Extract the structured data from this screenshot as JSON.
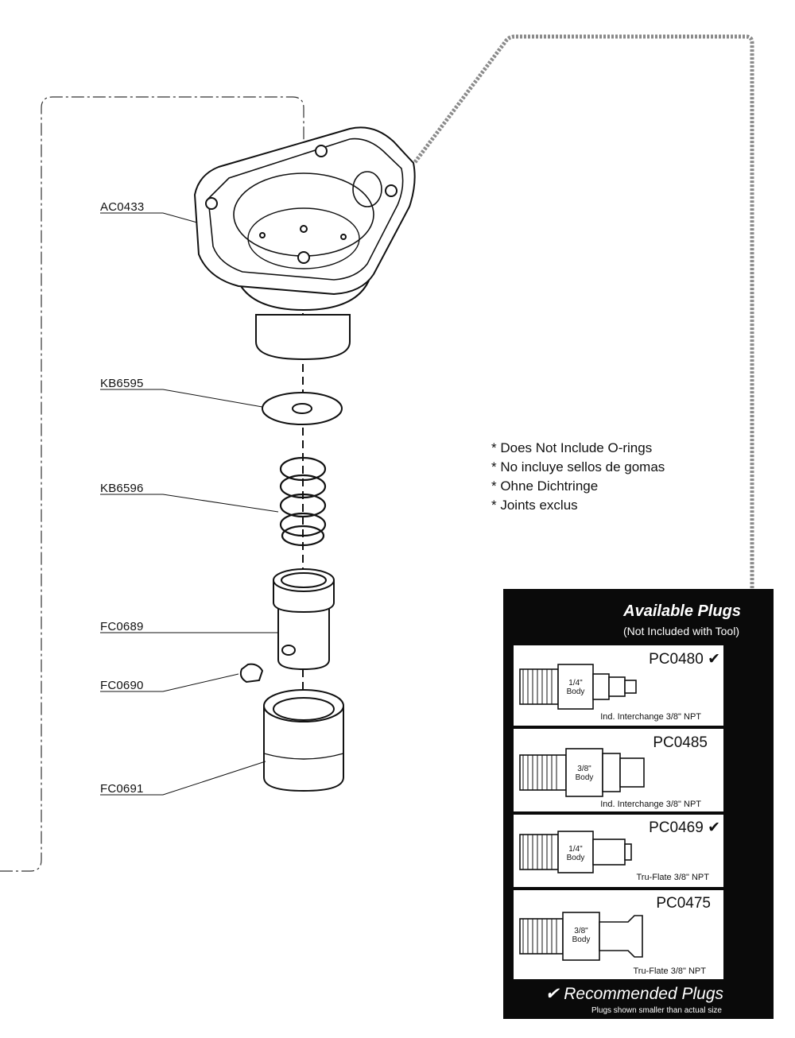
{
  "parts": [
    {
      "id": "AC0433",
      "label": "AC0433"
    },
    {
      "id": "KB6595",
      "label": "KB6595"
    },
    {
      "id": "KB6596",
      "label": "KB6596"
    },
    {
      "id": "FC0689",
      "label": "FC0689"
    },
    {
      "id": "FC0690",
      "label": "FC0690"
    },
    {
      "id": "FC0691",
      "label": "FC0691"
    }
  ],
  "notes": [
    "* Does Not Include O-rings",
    "* No incluye sellos de gomas",
    "* Ohne Dichtringe",
    "* Joints exclus"
  ],
  "plugs_panel": {
    "title": "Available Plugs",
    "subtitle": "(Not Included with Tool)",
    "plugs": [
      {
        "code": "PC0480",
        "recommended": true,
        "check": "✔",
        "body": "1/4\" Body",
        "body_top": "1/4\"",
        "body_bottom": "Body",
        "type": "Ind. Interchange 3/8\" NPT"
      },
      {
        "code": "PC0485",
        "recommended": false,
        "check": "",
        "body": "3/8\" Body",
        "body_top": "3/8\"",
        "body_bottom": "Body",
        "type": "Ind. Interchange 3/8\" NPT"
      },
      {
        "code": "PC0469",
        "recommended": true,
        "check": "✔",
        "body": "1/4\" Body",
        "body_top": "1/4\"",
        "body_bottom": "Body",
        "type": "Tru-Flate 3/8\" NPT"
      },
      {
        "code": "PC0475",
        "recommended": false,
        "check": "",
        "body": "3/8\" Body",
        "body_top": "3/8\"",
        "body_bottom": "Body",
        "type": "Tru-Flate 3/8\" NPT"
      }
    ],
    "recommended_label": "✔ Recommended Plugs",
    "footnote": "Plugs shown smaller than actual size"
  },
  "colors": {
    "panel": "#0a0a0a",
    "dotted_line": "#8a8a8a",
    "ink": "#111111"
  }
}
